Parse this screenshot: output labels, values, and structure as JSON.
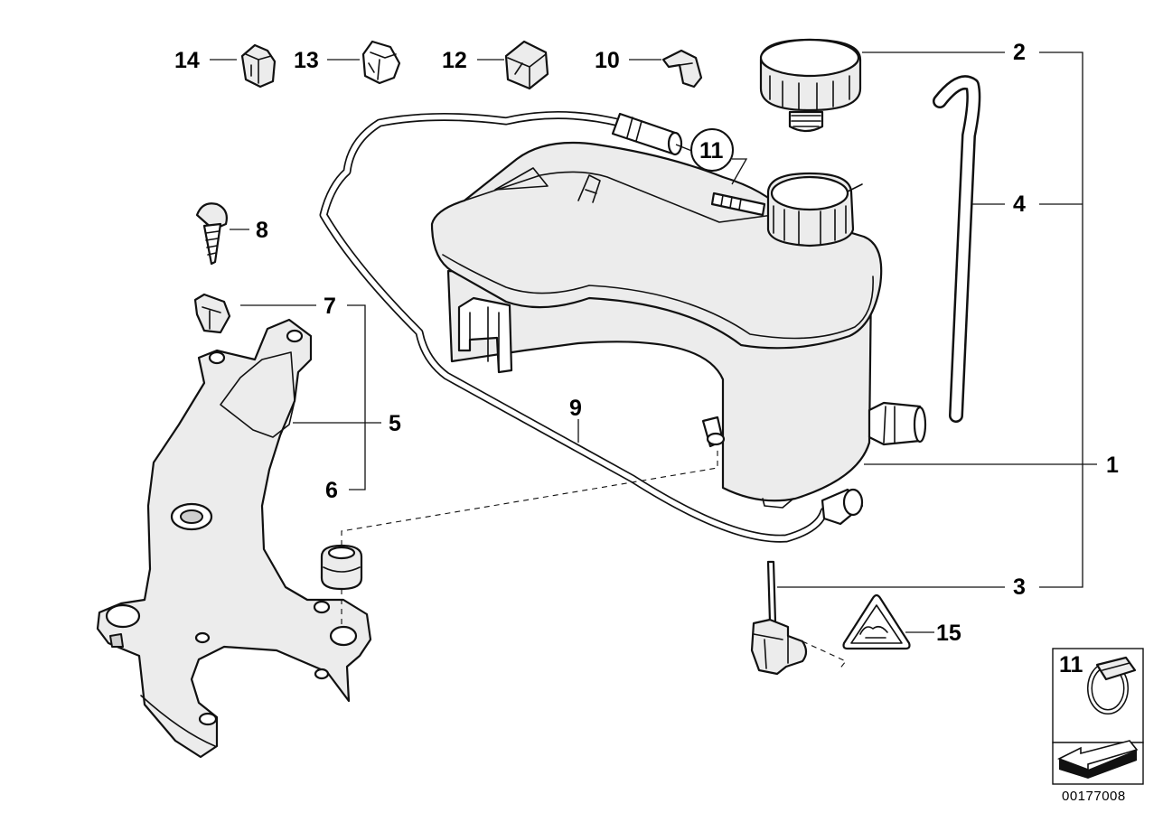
{
  "diagram": {
    "doc_number": "00177008",
    "callouts": [
      {
        "id": "c1",
        "label": "1"
      },
      {
        "id": "c2",
        "label": "2"
      },
      {
        "id": "c3",
        "label": "3"
      },
      {
        "id": "c4",
        "label": "4"
      },
      {
        "id": "c5",
        "label": "5"
      },
      {
        "id": "c6",
        "label": "6"
      },
      {
        "id": "c7",
        "label": "7"
      },
      {
        "id": "c8",
        "label": "8"
      },
      {
        "id": "c9",
        "label": "9"
      },
      {
        "id": "c10",
        "label": "10"
      },
      {
        "id": "c11",
        "label": "11"
      },
      {
        "id": "c12",
        "label": "12"
      },
      {
        "id": "c13",
        "label": "13"
      },
      {
        "id": "c14",
        "label": "14"
      },
      {
        "id": "c15",
        "label": "15"
      }
    ],
    "legend_box": {
      "label": "11"
    }
  }
}
